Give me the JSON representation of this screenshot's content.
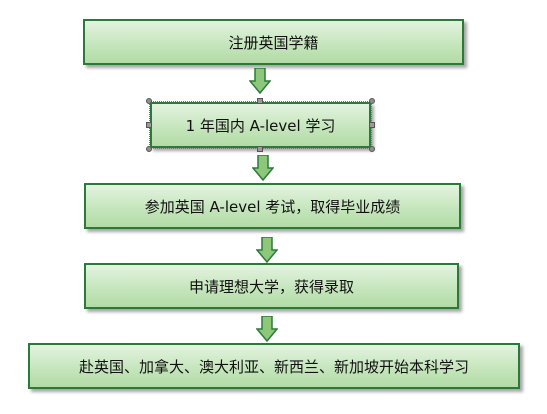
{
  "steps": [
    {
      "label": "注册英国学籍"
    },
    {
      "label": "1 年国内 A-level 学习"
    },
    {
      "label": "参加英国 A-level 考试，取得毕业成绩"
    },
    {
      "label": "申请理想大学，获得录取"
    },
    {
      "label": "赴英国、加拿大、澳大利亚、新西兰、新加坡开始本科学习"
    }
  ],
  "colors": {
    "box_border": "#2c7a3a",
    "box_fill_top": "#e3f3df",
    "box_fill_bottom": "#b2dba6",
    "arrow_fill": "#8cc77a",
    "arrow_stroke": "#2c7a3a"
  }
}
